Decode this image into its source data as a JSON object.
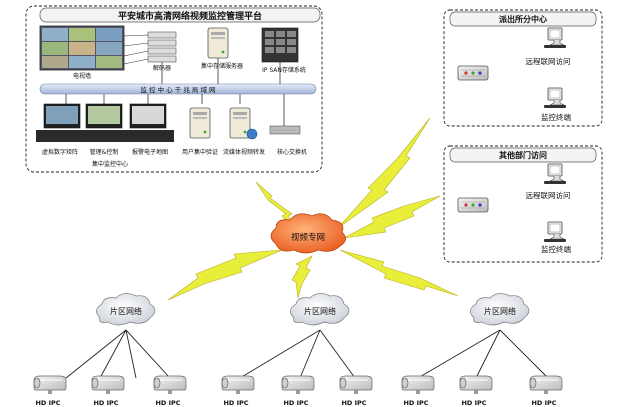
{
  "platform": {
    "title": "平安城市高清网络视频监控管理平台",
    "tv_wall": "电视墙",
    "decoder": "解码器",
    "central_storage": "集中存储服务器",
    "ipsan": "IP SAN存储系统",
    "lan_bar": "监 控 中 心 千 兆 局 域 网",
    "virtual_matrix": "虚拟数字矩阵",
    "manage_control": "管理&控制",
    "alarm_map": "报警电子地图",
    "user_auth": "用户集中验证",
    "stream_forward": "流媒体视频转发",
    "core_switch": "核心交换机",
    "center_label": "集中监控中心"
  },
  "police_station": {
    "title": "派出所分中心",
    "remote": "远程联网访问",
    "terminal": "监控终端"
  },
  "other_dept": {
    "title": "其他部门访问",
    "remote": "远程联网访问",
    "terminal": "监控终端"
  },
  "private_net": "视频专网",
  "clouds": [
    "片区网络",
    "片区网络",
    "片区网络"
  ],
  "cameras": [
    "HD IPC",
    "HD IPC",
    "HD IPC",
    "HD IPC",
    "HD IPC",
    "HD IPC",
    "HD IPC",
    "HD IPC",
    "HD IPC"
  ],
  "colors": {
    "lightning": "#e8ee3a",
    "cloud_center": "#f06a1a",
    "lan_bar": "#c9d6ee"
  }
}
